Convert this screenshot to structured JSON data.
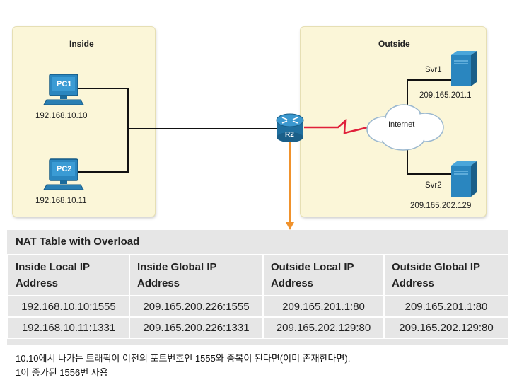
{
  "zones": {
    "inside_title": "Inside",
    "outside_title": "Outside"
  },
  "devices": {
    "pc1": {
      "name": "PC1",
      "ip": "192.168.10.10"
    },
    "pc2": {
      "name": "PC2",
      "ip": "192.168.10.11"
    },
    "router": {
      "name": "R2"
    },
    "internet": {
      "name": "Internet"
    },
    "svr1": {
      "name": "Svr1",
      "ip": "209.165.201.1"
    },
    "svr2": {
      "name": "Svr2",
      "ip": "209.165.202.129"
    }
  },
  "colors": {
    "zone_bg": "#fbf6d8",
    "device_blue": "#1f7fb4",
    "link": "#111111",
    "serial_link": "#e0203a",
    "arrow": "#f0922c",
    "table_bg": "#e6e6e6"
  },
  "table": {
    "title": "NAT Table with Overload",
    "headers": [
      "Inside Local IP Address",
      "Inside Global IP Address",
      "Outside Local IP Address",
      "Outside Global IP Address"
    ],
    "rows": [
      [
        "192.168.10.10:1555",
        "209.165.200.226:1555",
        "209.165.201.1:80",
        "209.165.201.1:80"
      ],
      [
        "192.168.10.11:1331",
        "209.165.200.226:1331",
        "209.165.202.129:80",
        "209.165.202.129:80"
      ]
    ]
  },
  "note": {
    "line1": "10.10에서 나가는 트래픽이 이전의 포트번호인 1555와 중복이 된다면(이미 존재한다면),",
    "line2": "1이 증가된 1556번 사용"
  }
}
